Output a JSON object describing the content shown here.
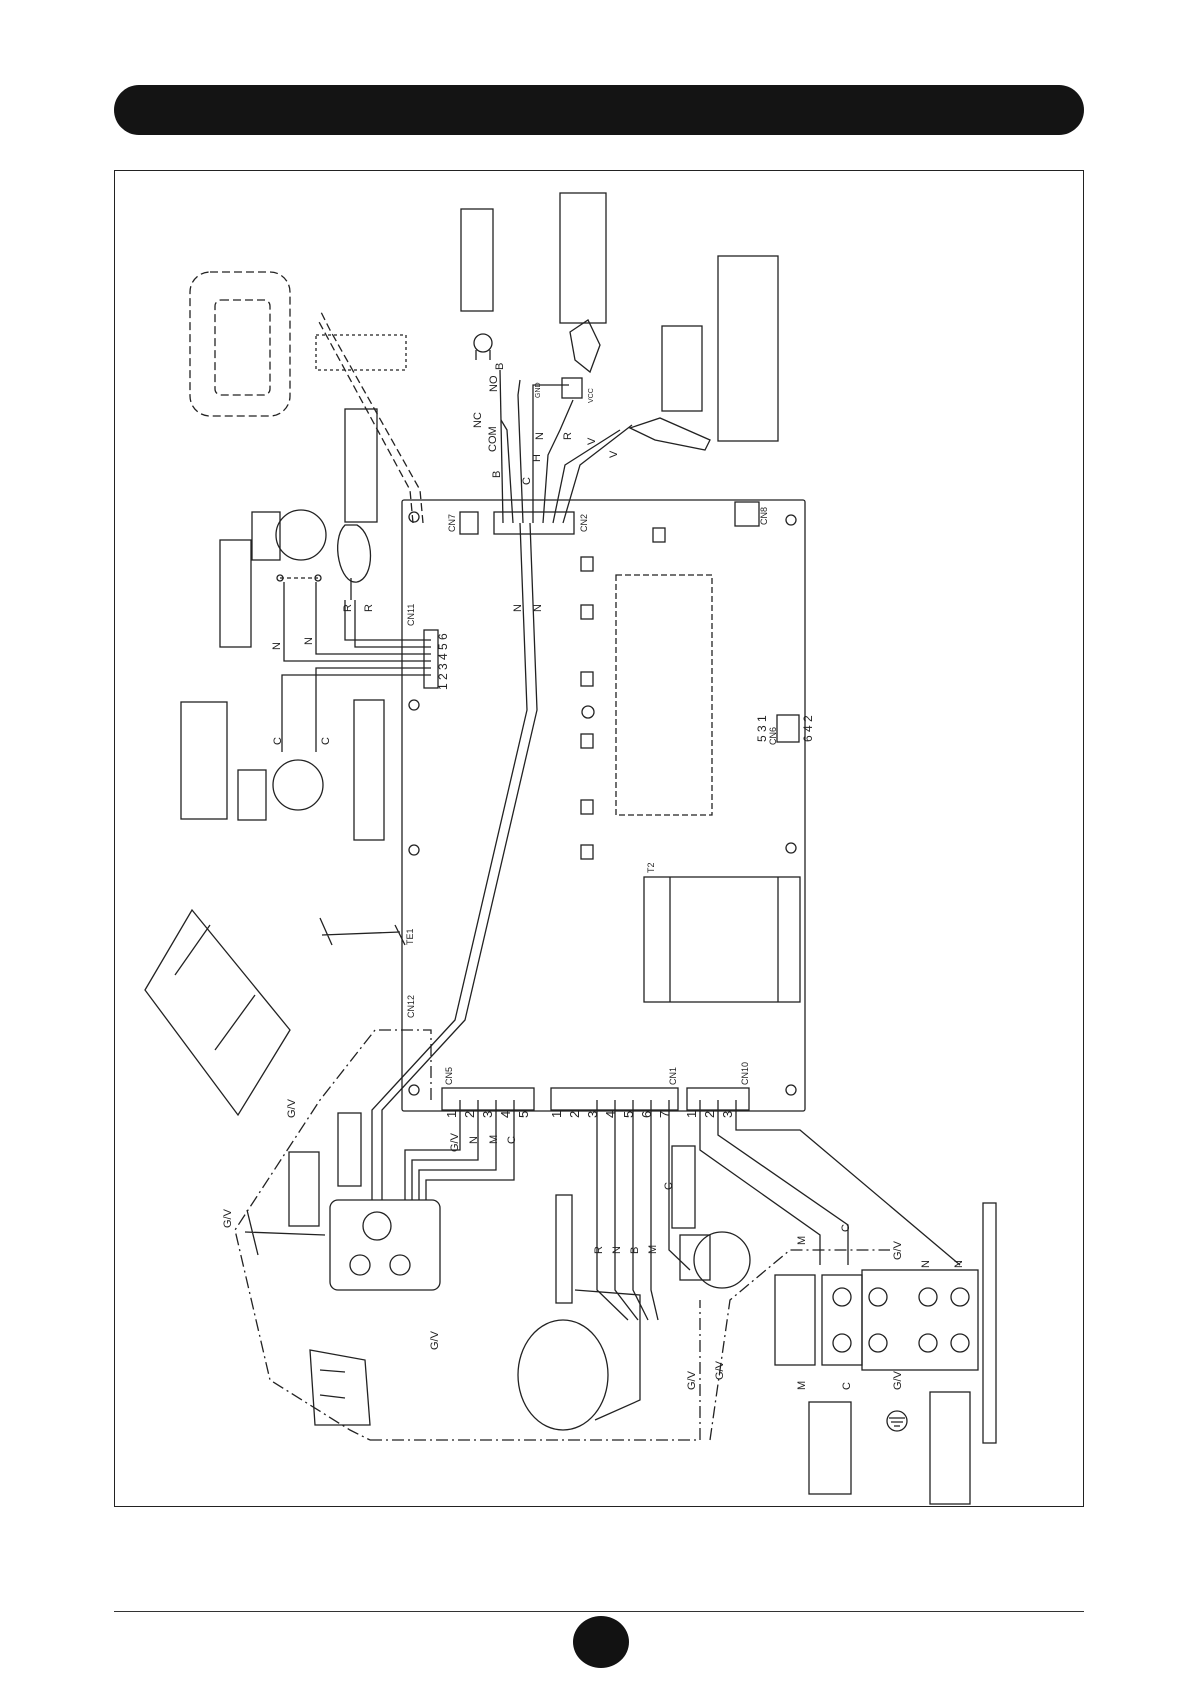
{
  "colors": {
    "ink": "#222222",
    "header": "#141414",
    "board": "#ffffff"
  },
  "board": {
    "cn11_title": "CN11",
    "cn11_pins": "1 2 3 4 5 6",
    "cn5_pins": [
      "1",
      "2",
      "3",
      "4",
      "5"
    ],
    "cn1_pins": [
      "1",
      "2",
      "3",
      "4",
      "5",
      "6",
      "7"
    ],
    "cn10_pins": [
      "1",
      "2",
      "3"
    ],
    "cn7": "CN7",
    "cn2": "CN2",
    "cn8": "CN8",
    "cn6": "CN6",
    "cn6_top": "5 3 1",
    "cn6_bottom": "6 4 2",
    "cn12": "CN12",
    "cn5": "CN5",
    "cn1": "CN1",
    "cn10": "CN10",
    "t2": "T2",
    "te1": "TE1"
  },
  "wires": {
    "b1": "B",
    "com": "COM",
    "nc": "NC",
    "no": "NO",
    "b2": "B",
    "c": "C",
    "h": "H",
    "n": "N",
    "r1": "R",
    "v1": "V",
    "v2": "V",
    "gnd": "GND",
    "vcc": "VCC",
    "n_cn11_a": "N",
    "n_cn11_b": "N",
    "r_a": "R",
    "r_b": "R",
    "c_a": "C",
    "c_b": "C",
    "n_board_a": "N",
    "n_board_b": "N",
    "gv_cn5": "G/V",
    "n_cn5": "N",
    "m_cn5": "M",
    "c_cn5": "C",
    "gv_a": "G/V",
    "gv_b": "G/V",
    "gv_c": "G/V",
    "r_fan": "R",
    "n_fan1": "N",
    "b_fan": "B",
    "m_fan": "M",
    "c_pump": "C",
    "gv_pump1": "G/V",
    "gv_pump2": "G/V",
    "m_term": "M",
    "c_term": "C",
    "gv_term": "G/V",
    "n_term1": "N",
    "n_term2": "N",
    "m_bottom": "M",
    "c_bottom": "C",
    "gv_bottom": "G/V"
  }
}
